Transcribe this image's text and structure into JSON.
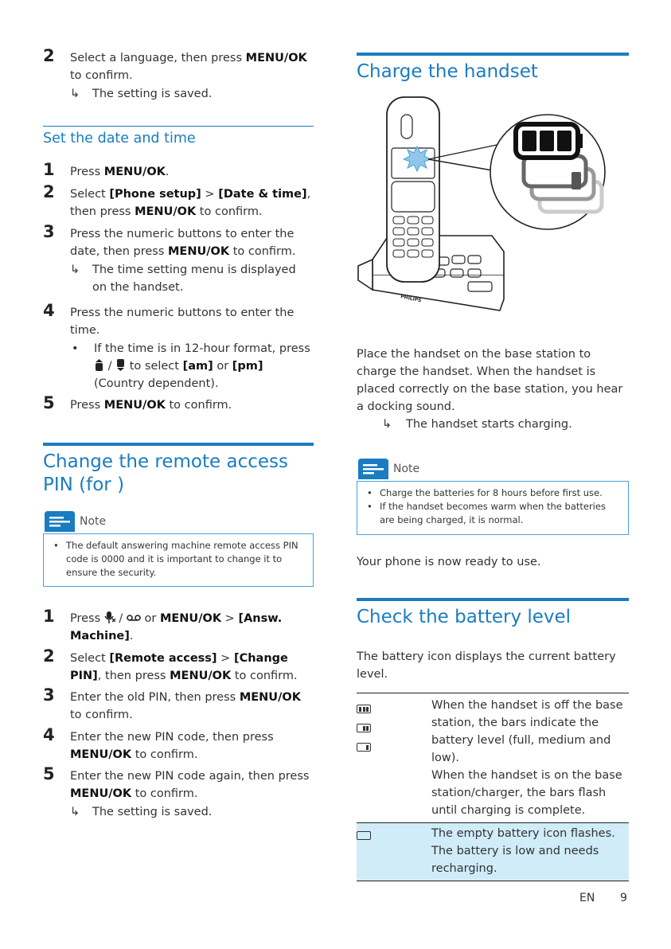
{
  "left": {
    "lang_step": {
      "num": "2",
      "pre": "Select a language, then press ",
      "b1": "MENU/OK",
      "post": " to confirm.",
      "result": "The setting is saved."
    },
    "date_section": {
      "title": "Set the date and time",
      "s1": {
        "num": "1",
        "pre": "Press ",
        "b1": "MENU/OK",
        "post": "."
      },
      "s2": {
        "num": "2",
        "pre": "Select ",
        "b1": "[Phone setup]",
        "mid": " > ",
        "b2": "[Date & time]",
        "mid2": ", then press ",
        "b3": "MENU/OK",
        "post": " to confirm."
      },
      "s3": {
        "num": "3",
        "pre": "Press the numeric buttons to enter the date, then press ",
        "b1": "MENU/OK",
        "post": " to confirm.",
        "result": "The time setting menu is displayed on the handset."
      },
      "s4": {
        "num": "4",
        "pre": "Press the numeric buttons to enter the time.",
        "bullet_pre": "If the time is in 12-hour format, press",
        "bullet_mid": " / ",
        "bullet_mid2": " to select ",
        "b1": "[am]",
        "or": " or ",
        "b2": "[pm]",
        "bullet_post": " (Country dependent)."
      },
      "s5": {
        "num": "5",
        "pre": "Press ",
        "b1": "MENU/OK",
        "post": " to confirm."
      }
    },
    "pin_section": {
      "title": "Change the remote access PIN (for        )",
      "note_label": "Note",
      "note_items": [
        "The default answering machine remote access PIN code is 0000 and it is important to change it to ensure the security."
      ],
      "s1": {
        "num": "1",
        "pre": "Press ",
        "mid": " / ",
        "or": " or ",
        "b1": "MENU/OK",
        "gt": " > ",
        "b2": "[Answ. Machine]",
        "post": "."
      },
      "s2": {
        "num": "2",
        "pre": "Select ",
        "b1": "[Remote access]",
        "mid": " > ",
        "b2": "[Change PIN]",
        "mid2": ", then press ",
        "b3": "MENU/OK",
        "post": " to confirm."
      },
      "s3": {
        "num": "3",
        "pre": "Enter the old PIN, then press ",
        "b1": "MENU/OK",
        "post": " to confirm."
      },
      "s4": {
        "num": "4",
        "pre": "Enter the new PIN code, then press ",
        "b1": "MENU/OK",
        "post": " to confirm."
      },
      "s5": {
        "num": "5",
        "pre": "Enter the new PIN code again, then press ",
        "b1": "MENU/OK",
        "post": " to confirm.",
        "result": "The setting is saved."
      }
    }
  },
  "right": {
    "charge_section": {
      "title": "Charge the handset",
      "image_brand": "PHILIPS",
      "para": "Place the handset on the base station to charge the handset. When the handset is placed correctly on the base station, you hear a docking sound.",
      "result": "The handset starts charging.",
      "note_label": "Note",
      "note_items": [
        "Charge the batteries for 8 hours before first use.",
        "If the handset becomes warm when the batteries are being charged, it is normal."
      ],
      "ready": "Your phone is now ready to use."
    },
    "battery_section": {
      "title": "Check the battery level",
      "intro": "The battery icon displays the current battery level.",
      "rows": [
        {
          "text1": "When the handset is off the base station, the bars indicate the battery level (full, medium and low).",
          "text2": "When the handset is on the base station/charger, the bars flash until charging is complete."
        },
        {
          "text1": "The empty battery icon flashes. The battery is low and needs recharging."
        }
      ],
      "highlight_color": "#d0ecf8"
    }
  },
  "footer": {
    "lang": "EN",
    "page": "9"
  },
  "colors": {
    "accent": "#1a7cc1",
    "note_border": "#4aa3d8"
  },
  "icons": [
    "result-arrow-icon",
    "note-icon",
    "handset-up-icon",
    "handset-down-icon",
    "mic-icon",
    "voicemail-icon",
    "battery-full-icon",
    "battery-medium-icon",
    "battery-low-icon",
    "battery-empty-icon"
  ]
}
